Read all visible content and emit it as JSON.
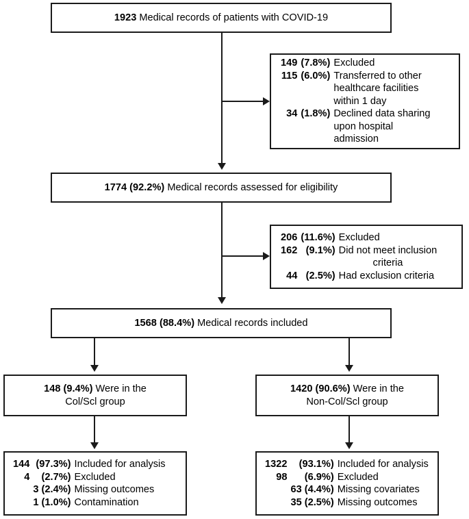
{
  "figure": {
    "type": "flowchart",
    "title": "CONSORT-style patient records flow diagram"
  },
  "nodes": {
    "total_records": {
      "count": "1923",
      "text": " Medical records of patients with COVID-19"
    },
    "excluded_1": {
      "header": {
        "num": "149",
        "pct": "(7.8%)",
        "text": "Excluded"
      },
      "items": [
        {
          "num": "115",
          "pct": "(6.0%)",
          "lines": [
            "Transferred to other",
            "healthcare facilities",
            "within 1 day"
          ]
        },
        {
          "num": "34",
          "pct": "(1.8%)",
          "lines": [
            "Declined data sharing",
            "upon hospital",
            "admission"
          ]
        }
      ]
    },
    "assessed": {
      "count": "1774 (92.2%)",
      "text": " Medical records assessed for eligibility"
    },
    "excluded_2": {
      "header": {
        "num": "206",
        "pct": "(11.6%)",
        "text": "Excluded"
      },
      "items": [
        {
          "num": "162",
          "pct": "(9.1%)",
          "lines": [
            "Did not meet inclusion",
            "criteria"
          ]
        },
        {
          "num": "44",
          "pct": "(2.5%)",
          "lines": [
            "Had exclusion criteria"
          ]
        }
      ]
    },
    "included": {
      "count": "1568 (88.4%)",
      "text": " Medical records included"
    },
    "group_left": {
      "count": "148 (9.4%)",
      "line1": " Were in the",
      "line2": "Col/Scl group"
    },
    "group_right": {
      "count": "1420 (90.6%)",
      "line1": " Were in the",
      "line2": "Non-Col/Scl group"
    },
    "analysis_left": {
      "rows": [
        {
          "num": "144",
          "pct": "(97.3%)",
          "text": "Included for analysis",
          "indent": 0
        },
        {
          "num": "4",
          "pct": "(2.7%)",
          "text": "Excluded",
          "indent": 0
        },
        {
          "num": "3",
          "pct": "(2.4%)",
          "text": "Missing outcomes",
          "indent": 1
        },
        {
          "num": "1",
          "pct": "(1.0%)",
          "text": "Contamination",
          "indent": 1
        }
      ]
    },
    "analysis_right": {
      "rows": [
        {
          "num": "1322",
          "pct": "(93.1%)",
          "text": "Included for analysis",
          "indent": 0
        },
        {
          "num": "98",
          "pct": "(6.9%)",
          "text": "Excluded",
          "indent": 0
        },
        {
          "num": "63",
          "pct": "(4.4%)",
          "text": "Missing covariates",
          "indent": 1
        },
        {
          "num": "35",
          "pct": "(2.5%)",
          "text": "Missing outcomes",
          "indent": 1
        }
      ]
    }
  },
  "colors": {
    "stroke": "#1a1a1a",
    "background": "#ffffff",
    "text": "#000000"
  }
}
